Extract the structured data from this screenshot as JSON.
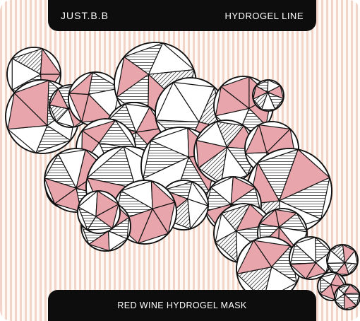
{
  "header": {
    "brand": "JUST.B.B",
    "line": "HYDROGEL LINE"
  },
  "footer": {
    "product": "RED WINE HYDROGEL MASK"
  },
  "colors": {
    "bubble_fill": "#e8a5ac",
    "bubble_stroke": "#111111",
    "stripe_a": "#f2d4c8",
    "stripe_b": "#fffaf6",
    "bar": "#0d0d0d"
  }
}
